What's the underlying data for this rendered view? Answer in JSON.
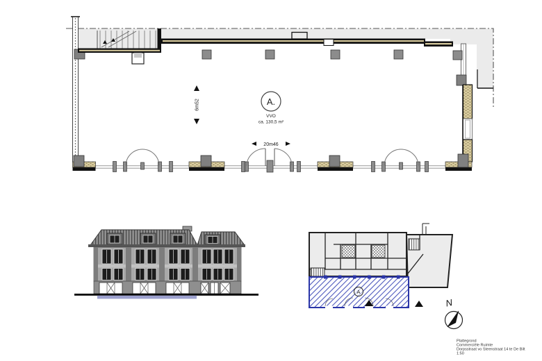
{
  "floor_plan": {
    "unit_label": "A.",
    "area_type_label": "VVO",
    "area_value": "ca. 130,5 m²",
    "width_dimension": "20m46",
    "depth_dimension": "6m52"
  },
  "overview_plan": {
    "unit_label": "A"
  },
  "compass": {
    "north_label": "N"
  },
  "title_block": {
    "drawing_type": "Plattegrond",
    "space_name": "Commerciële Ruimte",
    "address": "Dorpsstraat vo Steenstraat 14 te De Bilt",
    "scale": "1:50"
  },
  "colors": {
    "wall": "#111111",
    "neighbor_fill": "#ebebeb",
    "masonry_hatch": "#d9cc9f",
    "column_gray": "#8c8c8c",
    "unit_hatch": "#4d59bd",
    "unit_border": "#2a35a8",
    "highlight_band": "#9ca0ce",
    "text": "#333333"
  }
}
